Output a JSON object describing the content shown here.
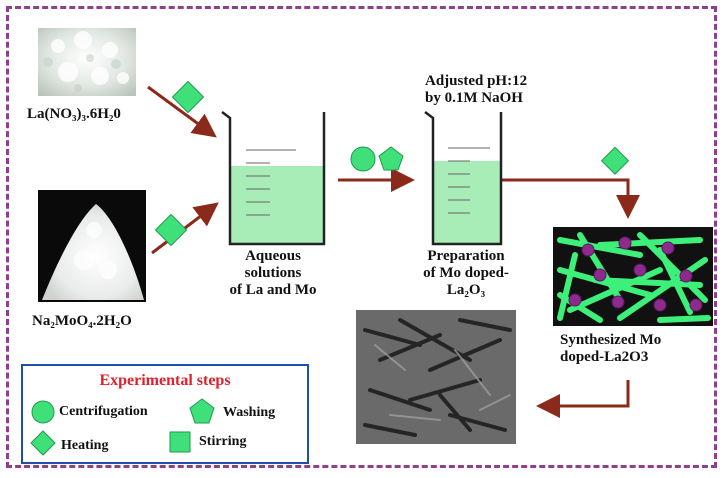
{
  "labels": {
    "la_nitrate": "La(NO₃)₃.6H₂0",
    "na_molybdate": "Na₂MoO₄.2H₂O",
    "aqueous_line1": "Aqueous",
    "aqueous_line2": "solutions",
    "aqueous_line3": "of La and Mo",
    "ph_line1": "Adjusted pH:12",
    "ph_line2": "by 0.1M NaOH",
    "prep_line1": "Preparation",
    "prep_line2": "of Mo doped-",
    "prep_line3": "La₂O₃",
    "synth_line1": "Synthesized Mo",
    "synth_line2": "doped-La2O3"
  },
  "legend": {
    "title": "Experimental steps",
    "centrifugation": "Centrifugation",
    "washing": "Washing",
    "heating": "Heating",
    "stirring": "Stirring"
  },
  "colors": {
    "frame": "#8e3f8e",
    "arrow": "#8b2a1a",
    "shape_green": "#3fe07a",
    "liquid": "#a8ecb8",
    "legend_border": "#1f4fa8",
    "legend_title": "#e0202a",
    "nanorod": "#3cf07a",
    "particle": "#8e2a8e"
  }
}
